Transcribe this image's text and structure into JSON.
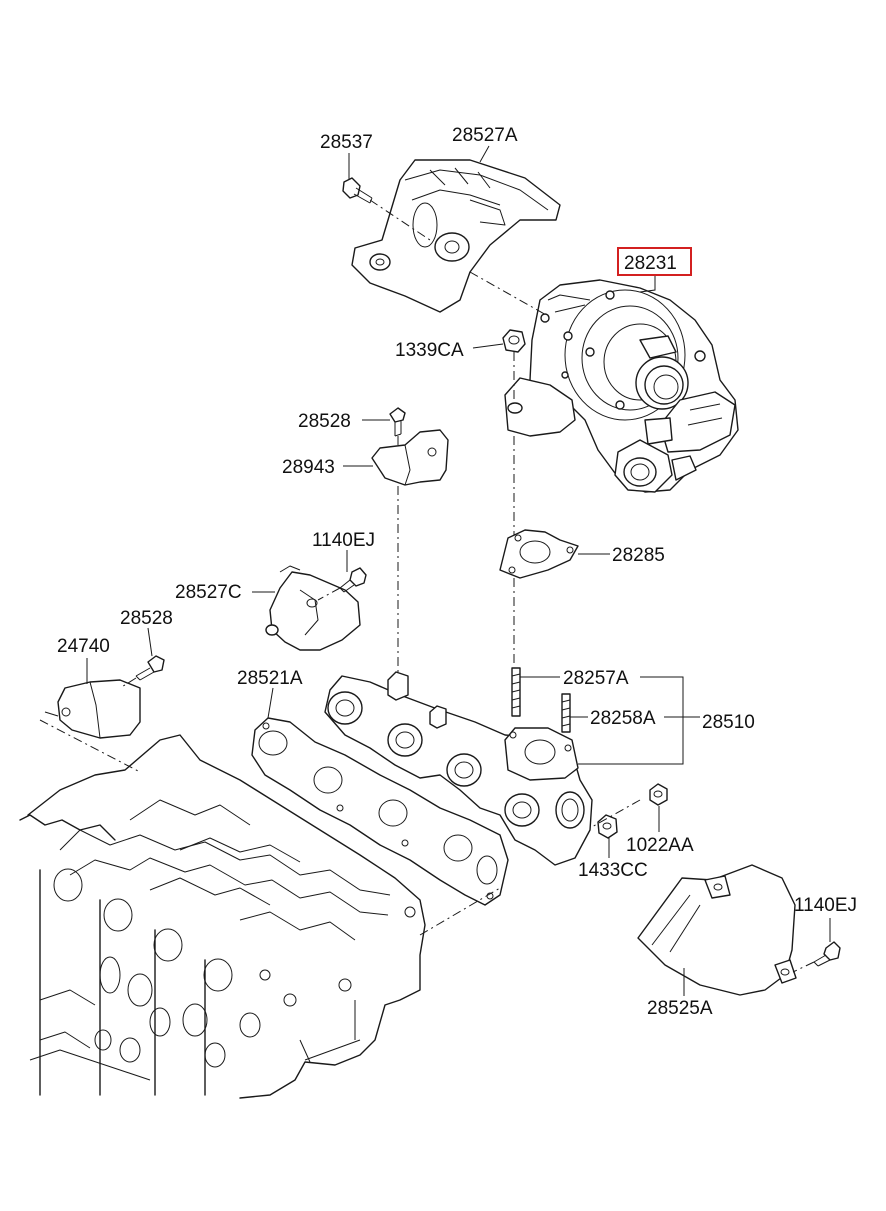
{
  "labels": {
    "p28537": "28537",
    "p28527A": "28527A",
    "p28231": "28231",
    "p1339CA": "1339CA",
    "p28528a": "28528",
    "p28943": "28943",
    "p1140EJa": "1140EJ",
    "p28285": "28285",
    "p28527C": "28527C",
    "p28528b": "28528",
    "p24740": "24740",
    "p28521A": "28521A",
    "p28257A": "28257A",
    "p28258A": "28258A",
    "p28510": "28510",
    "p1022AA": "1022AA",
    "p1433CC": "1433CC",
    "p1140EJb": "1140EJ",
    "p28525A": "28525A"
  },
  "highlight": {
    "part": "28231",
    "color": "#d32020"
  },
  "colors": {
    "line": "#1a1a1a",
    "background": "#ffffff"
  }
}
